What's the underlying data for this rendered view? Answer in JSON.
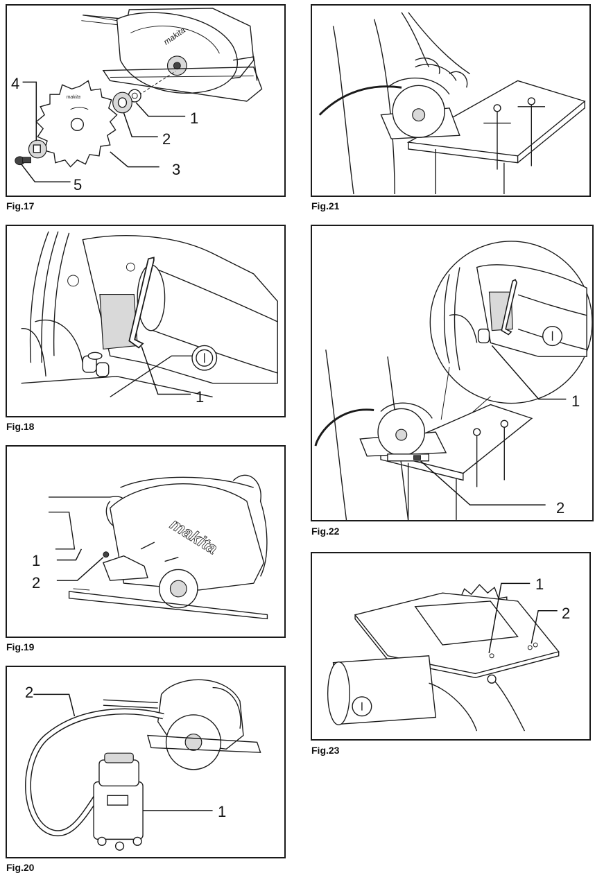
{
  "figures": {
    "fig17": {
      "label": "Fig.17",
      "callouts": [
        "1",
        "2",
        "3",
        "4",
        "5"
      ]
    },
    "fig18": {
      "label": "Fig.18",
      "callouts": [
        "1"
      ]
    },
    "fig19": {
      "label": "Fig.19",
      "callouts": [
        "1",
        "2"
      ]
    },
    "fig20": {
      "label": "Fig.20",
      "callouts": [
        "1",
        "2"
      ]
    },
    "fig21": {
      "label": "Fig.21"
    },
    "fig22": {
      "label": "Fig.22",
      "callouts": [
        "1",
        "2"
      ]
    },
    "fig23": {
      "label": "Fig.23",
      "callouts": [
        "1",
        "2"
      ]
    }
  }
}
